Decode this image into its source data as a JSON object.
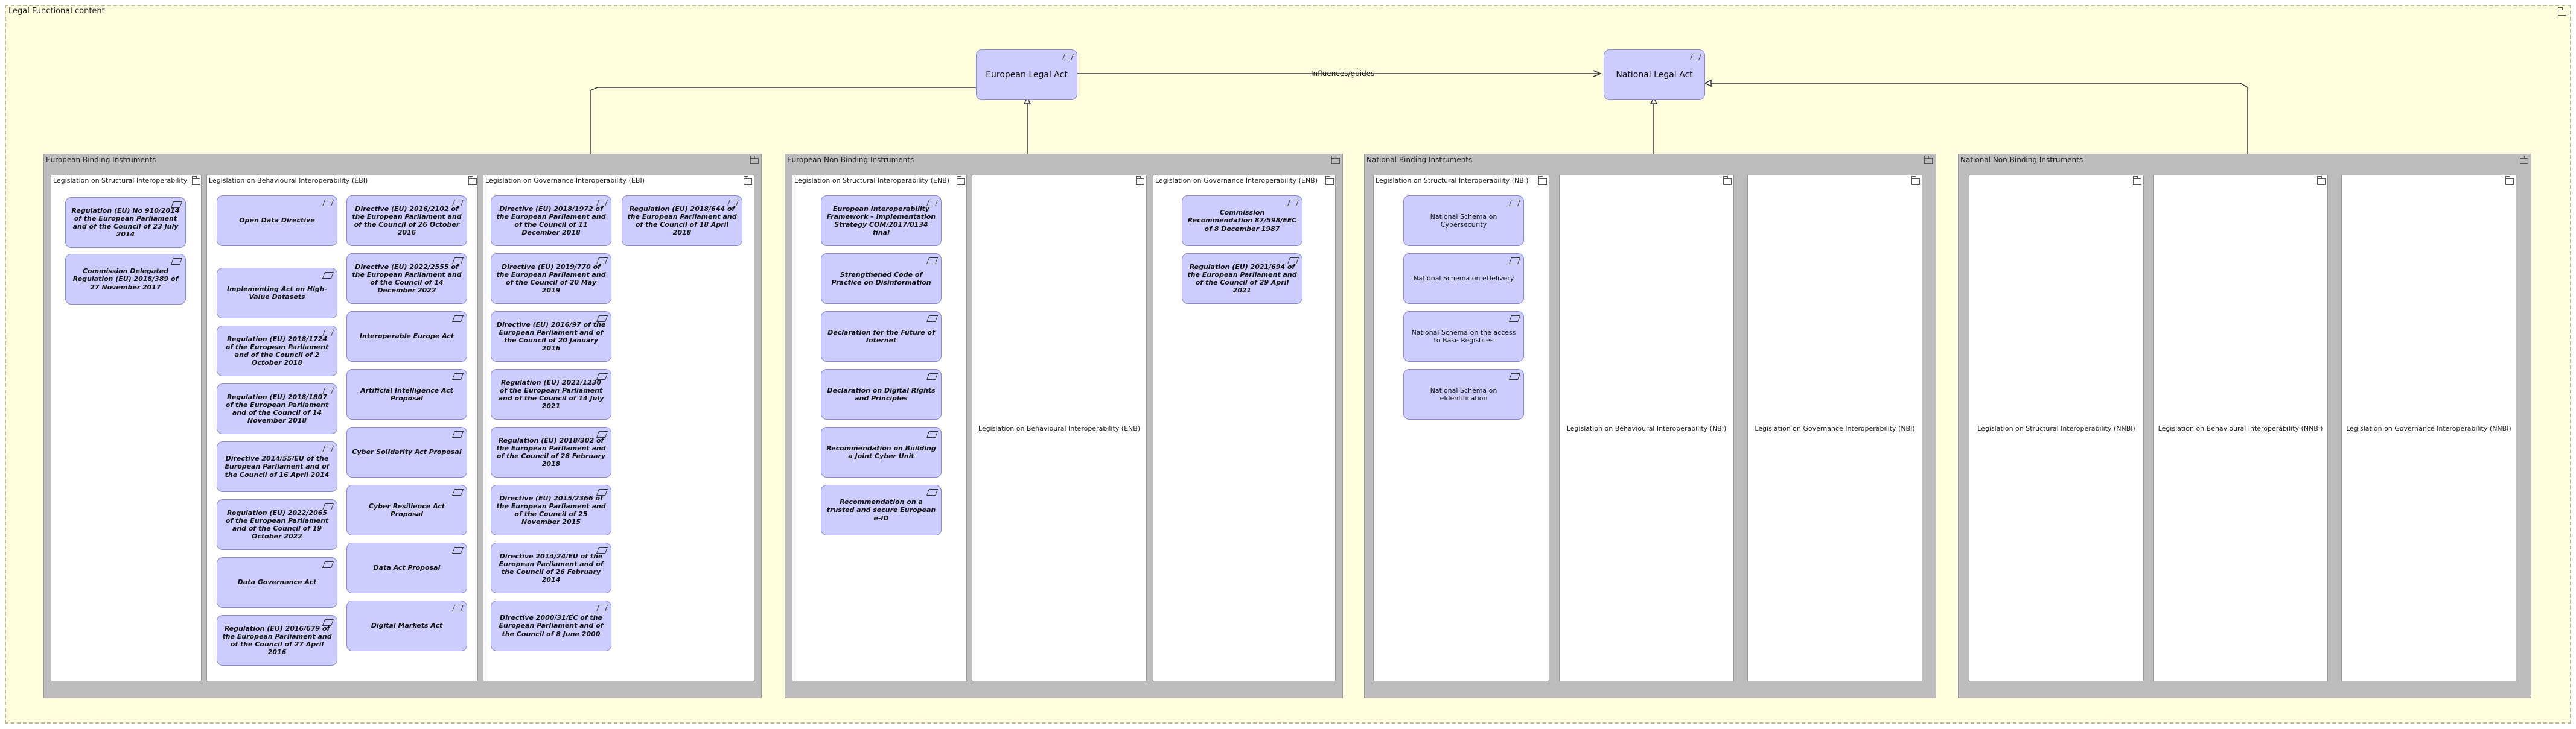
{
  "outer": {
    "title": "Legal Functional content"
  },
  "top": {
    "european_legal_act": "European Legal Act",
    "national_legal_act": "National Legal Act",
    "relation_label": "Influences/guides"
  },
  "groups": {
    "ebi": {
      "title": "European Binding Instruments",
      "structural": {
        "title": "Legislation on Structural Interoperability (EBI)",
        "items": [
          "Regulation (EU) No 910/2014 of the European Parliament and of the Council of 23 July 2014",
          "Commission Delegated Regulation (EU) 2018/389 of 27 November 2017"
        ]
      },
      "behavioural": {
        "title": "Legislation on Behavioural Interoperability (EBI)",
        "col1": [
          "Open Data Directive",
          "Implementing Act on High-Value Datasets",
          "Regulation (EU) 2018/1724 of the European Parliament and of the Council of 2 October 2018",
          "Regulation (EU) 2018/1807 of the European Parliament and of the Council of 14 November 2018",
          "Directive 2014/55/EU of the European Parliament and of the Council of 16 April 2014",
          "Regulation (EU) 2022/2065 of the European Parliament and of the Council of 19 October 2022",
          "Data Governance Act",
          "Regulation (EU) 2016/679 of the European Parliament and of the Council of 27 April 2016"
        ],
        "col2": [
          "Directive (EU) 2016/2102 of the European Parliament and of the Council of 26 October 2016",
          "Directive (EU) 2022/2555 of the European Parliament and of the Council of 14 December 2022",
          "Interoperable Europe Act",
          "Artificial Intelligence Act Proposal",
          "Cyber Solidarity Act Proposal",
          "Cyber Resilience Act Proposal",
          "Data Act Proposal",
          "Digital Markets Act"
        ]
      },
      "governance": {
        "title": "Legislation on Governance Interoperability (EBI)",
        "col1": [
          "Directive (EU) 2018/1972 of the European Parliament and of the Council of 11 December 2018",
          "Directive (EU) 2019/770 of the European Parliament and of the Council of 20 May 2019",
          "Directive (EU) 2016/97 of the European Parliament and of the Council of 20 January 2016",
          "Regulation (EU) 2021/1230 of the European Parliament and of the Council of 14 July 2021",
          "Regulation (EU) 2018/302 of the European Parliament and of the Council of 28 February 2018",
          "Directive (EU) 2015/2366 of the European Parliament and of the Council of 25 November 2015",
          "Directive 2014/24/EU of the European Parliament and of the Council of 26 February 2014",
          "Directive 2000/31/EC of the European Parliament and of the Council of 8 June 2000"
        ],
        "col2": [
          "Regulation (EU) 2018/644 of the European Parliament and of the Council of 18 April 2018"
        ]
      }
    },
    "enb": {
      "title": "European Non-Binding Instruments",
      "structural": {
        "title": "Legislation on Structural Interoperability (ENB)",
        "items": [
          "European Interoperability Framework – Implementation Strategy COM/2017/0134 final",
          "Strengthened Code of Practice on Disinformation",
          "Declaration for the Future of Internet",
          "Declaration on Digital Rights and Principles",
          "Recommendation on Building a Joint Cyber Unit",
          "Recommendation on a trusted and secure European e-ID"
        ]
      },
      "behavioural": {
        "title": "Legislation on Behavioural Interoperability (ENB)"
      },
      "governance": {
        "title": "Legislation on Governance Interoperability (ENB)",
        "items": [
          "Commission Recommendation 87/598/EEC of 8 December 1987",
          "Regulation (EU) 2021/694 of the European Parliament and of the Council of 29 April 2021"
        ]
      }
    },
    "nbi": {
      "title": "National Binding Instruments",
      "structural": {
        "title": "Legislation on Structural Interoperability (NBI)",
        "items": [
          "National Schema on Cybersecurity",
          "National Schema on eDelivery",
          "National Schema on the access to Base Registries",
          "National Schema on eIdentification"
        ]
      },
      "behavioural": {
        "title": "Legislation on Behavioural Interoperability (NBI)"
      },
      "governance": {
        "title": "Legislation on Governance Interoperability (NBI)"
      }
    },
    "nnb": {
      "title": "National Non-Binding Instruments",
      "structural": {
        "title": "Legislation on Structural Interoperability (NNBI)"
      },
      "behavioural": {
        "title": "Legislation on Behavioural Interoperability (NNBI)"
      },
      "governance": {
        "title": "Legislation on Governance Interoperability (NNBI)"
      }
    }
  },
  "icons": {
    "group_icon": "folder-icon",
    "element_icon": "legal-act-icon"
  },
  "colors": {
    "background": "#ffffe0",
    "element_fill": "#ccccff",
    "group_fill": "#bdbdbd"
  }
}
